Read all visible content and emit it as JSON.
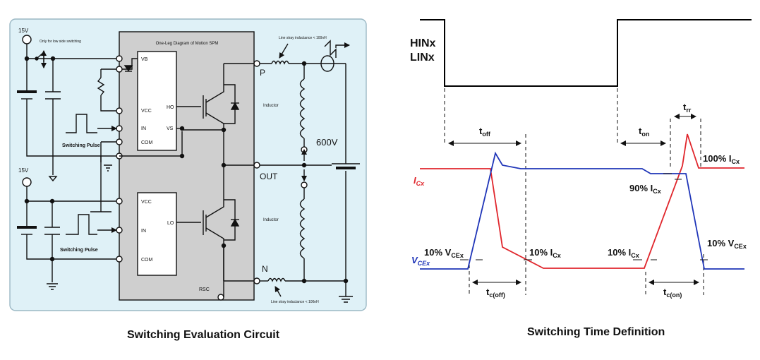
{
  "circuit": {
    "caption": "Switching Evaluation Circuit",
    "module_title": "One-Leg Diagram of Motion SPM",
    "top_supply": "15V",
    "bottom_supply": "15V",
    "low_side_note": "Only for low side switching",
    "top_pins": {
      "vb": "VB",
      "vcc": "VCC",
      "in": "IN",
      "com": "COM",
      "ho": "HO",
      "vs": "VS"
    },
    "bottom_pins": {
      "vcc": "VCC",
      "in": "IN",
      "com": "COM",
      "lo": "LO"
    },
    "pulse_top": "Switching Pulse",
    "pulse_bottom": "Switching Pulse",
    "terminal_p": "P",
    "terminal_out": "OUT",
    "terminal_n": "N",
    "rsc": "RSC",
    "inductor_top": "Inductor",
    "inductor_bottom": "Inductor",
    "dc_voltage": "600V",
    "stray_top": "Line stray inductance < 100nH",
    "stray_bottom": "Line stray inductance < 100nH",
    "colors": {
      "panel": "#dff1f7",
      "module": "#cfcfcf",
      "wire": "#111111"
    }
  },
  "timing": {
    "caption": "Switching Time Definition",
    "signal_hin": "HINx",
    "signal_lin": "LINx",
    "t_off": {
      "main": "t",
      "sub": "off"
    },
    "t_on": {
      "main": "t",
      "sub": "on"
    },
    "t_rr": {
      "main": "t",
      "sub": "rr"
    },
    "tc_off": {
      "main": "t",
      "sub": "c(off)"
    },
    "tc_on": {
      "main": "t",
      "sub": "c(on)"
    },
    "icx_label": {
      "main": "I",
      "sub": "Cx"
    },
    "vcex_label": {
      "main": "V",
      "sub": "CEx"
    },
    "pct_100_icx": {
      "pre": "100% I",
      "sub": "Cx"
    },
    "pct_90_icx": {
      "pre": "90% I",
      "sub": "Cx"
    },
    "pct_10_icx_left": {
      "pre": "10% I",
      "sub": "Cx"
    },
    "pct_10_icx_right": {
      "pre": "10% I",
      "sub": "Cx"
    },
    "pct_10_vcex_left": {
      "pre": "10% V",
      "sub": "CEx"
    },
    "pct_10_vcex_right": {
      "pre": "10% V",
      "sub": "CEx"
    },
    "colors": {
      "current": "#e0262c",
      "voltage": "#1f35b8",
      "gate": "#000000"
    }
  }
}
